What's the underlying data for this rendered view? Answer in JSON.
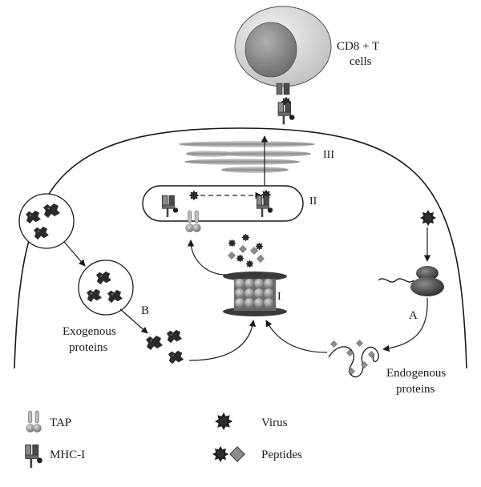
{
  "labels": {
    "tcell_line1": "CD8 + T",
    "tcell_line2": "cells",
    "stage_1": "I",
    "stage_2": "II",
    "stage_3": "III",
    "path_a": "A",
    "path_b": "B",
    "exogenous_line1": "Exogenous",
    "exogenous_line2": "proteins",
    "endogenous_line1": "Endogenous",
    "endogenous_line2": "proteins"
  },
  "legend": {
    "tap": "TAP",
    "mhc": "MHC-I",
    "virus": "Virus",
    "peptides": "Peptides"
  },
  "icons": {
    "virus": "spiky-star-icon",
    "peptide": "diamond-icon",
    "tap": "double-lollipop-icon",
    "mhc": "mhc-receptor-icon"
  },
  "colors": {
    "ink": "#1a1a1a",
    "dark_gray": "#3a3a3a",
    "mid_gray": "#7a7a7a",
    "light_gray": "#c8c8c8"
  }
}
